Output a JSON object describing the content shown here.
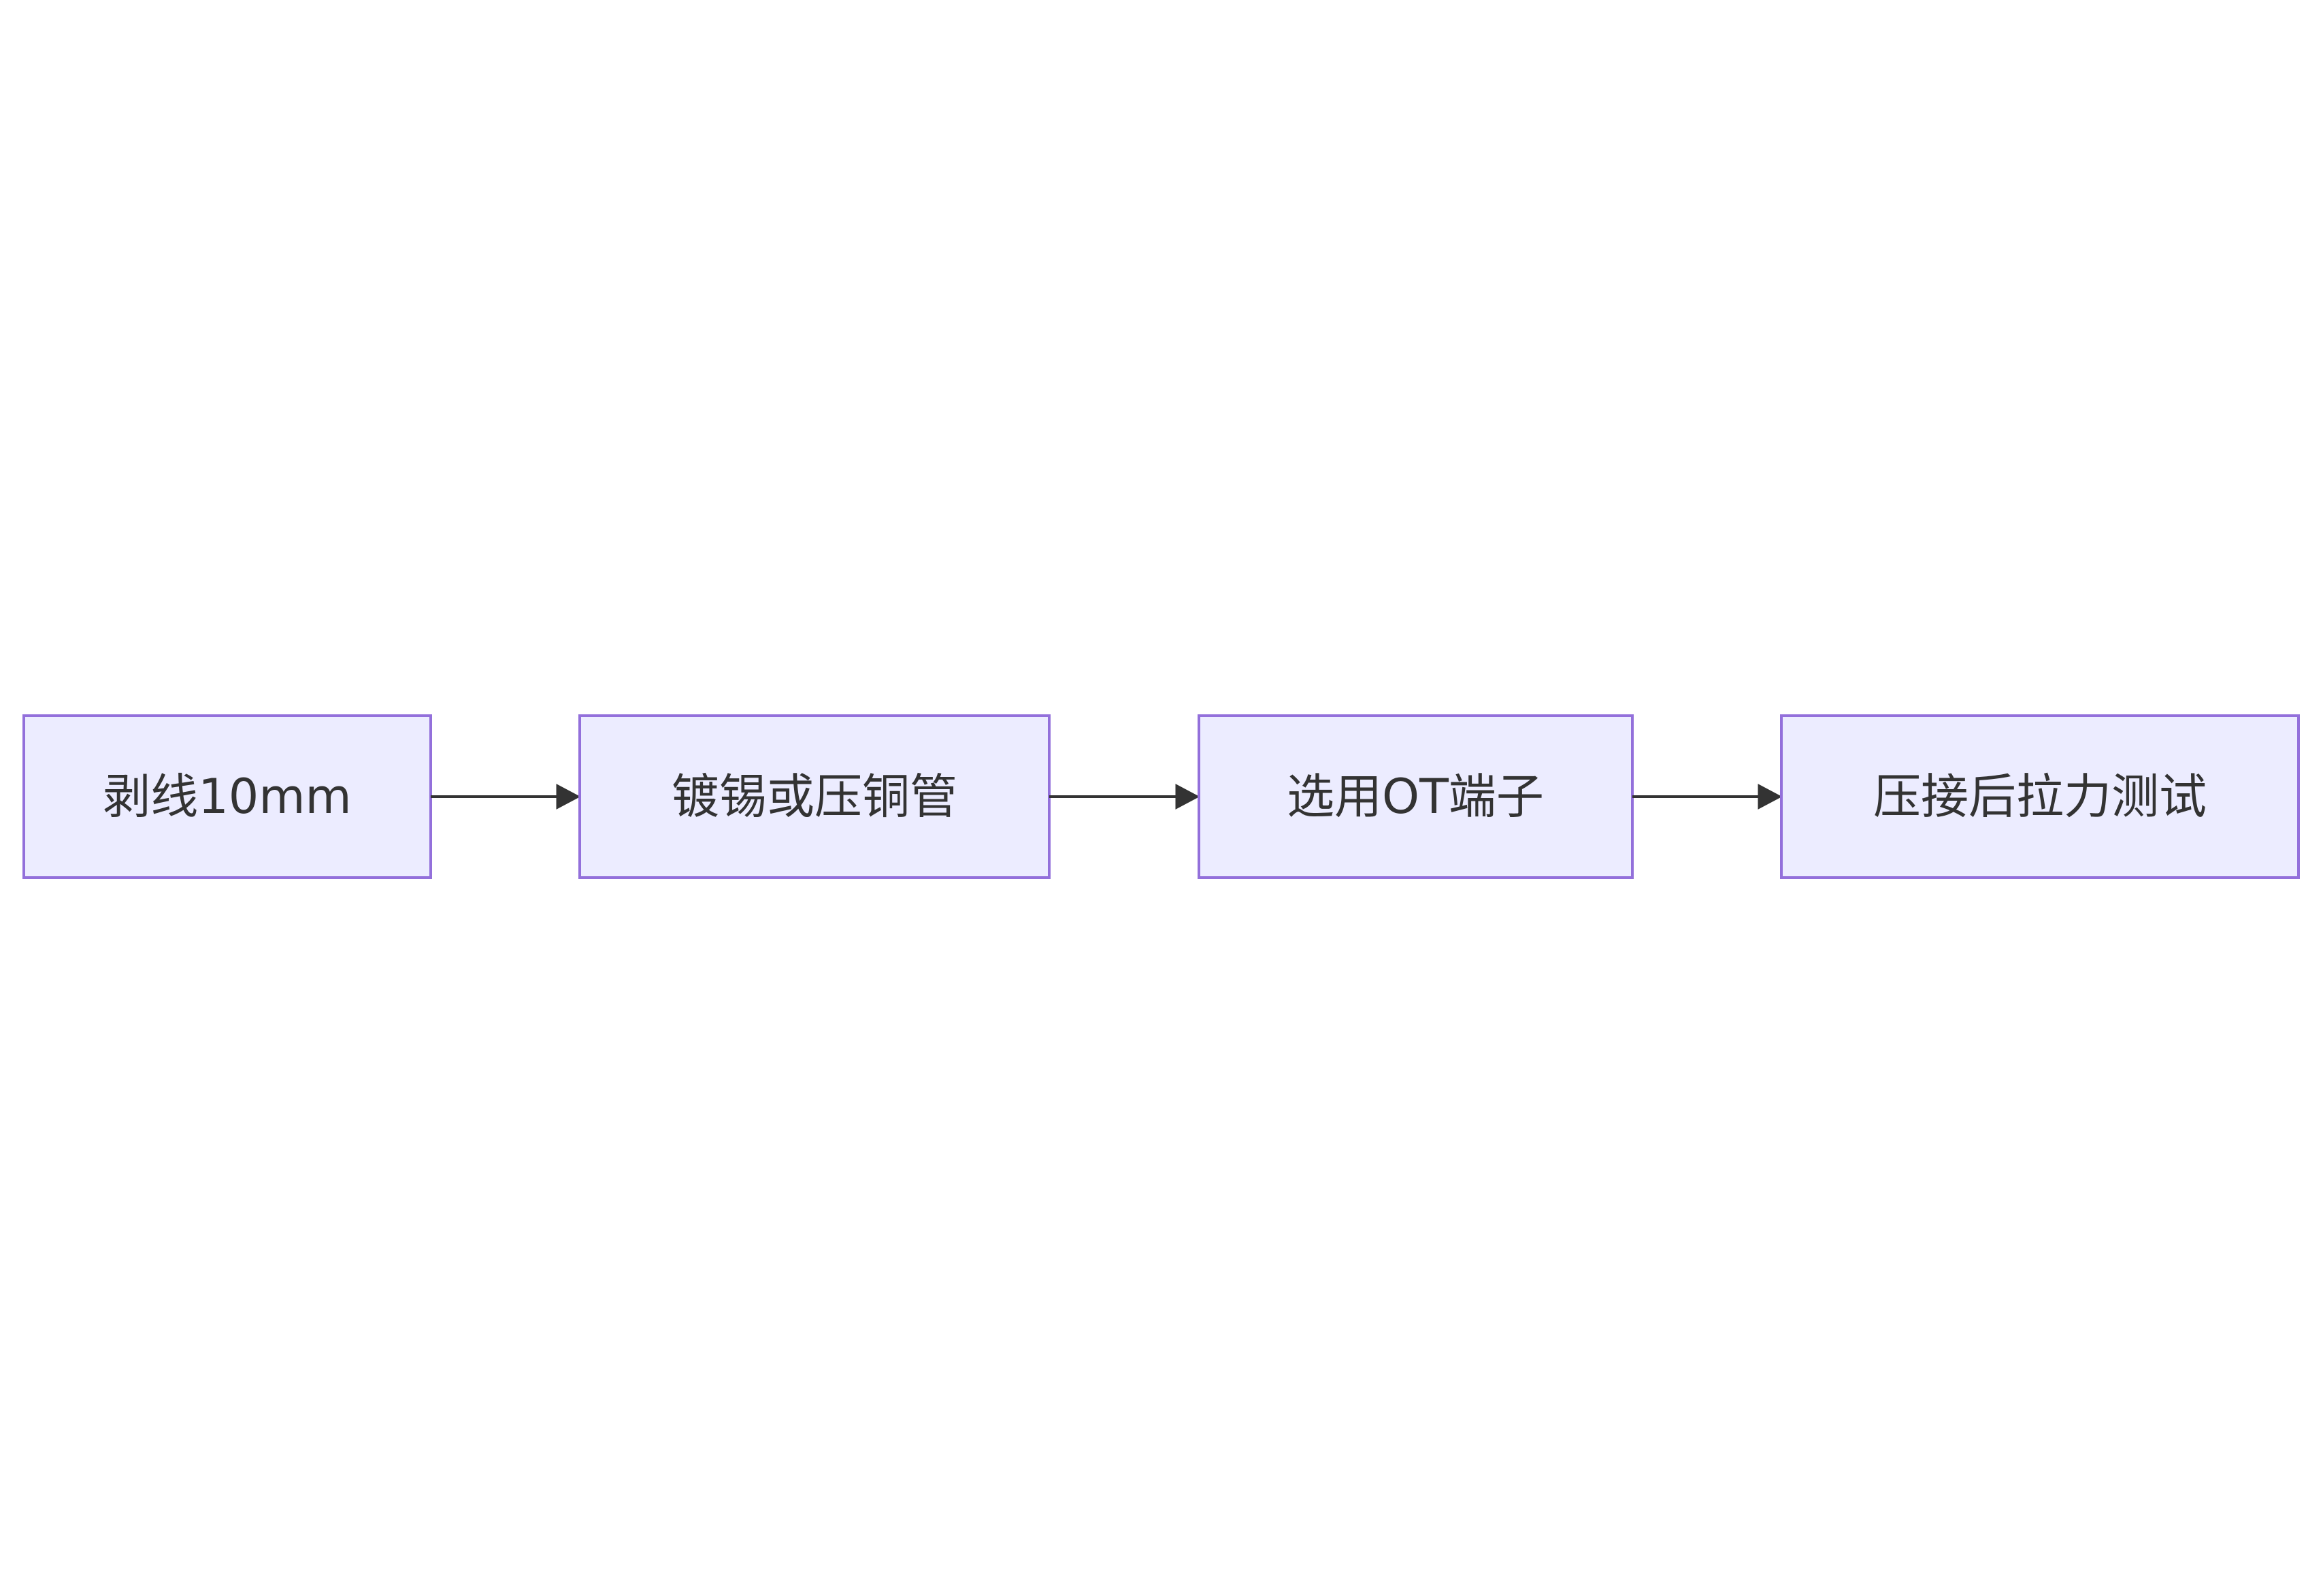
{
  "diagram": {
    "type": "flowchart",
    "direction": "left-to-right",
    "colors": {
      "node_fill": "#ECECFF",
      "node_border": "#9370DB",
      "text": "#333333",
      "edge": "#333333",
      "background": "#FFFFFF"
    },
    "nodes": [
      {
        "id": "step1",
        "label": "剥线10mm"
      },
      {
        "id": "step2",
        "label": "镀锡或压铜管"
      },
      {
        "id": "step3",
        "label": "选用OT端子"
      },
      {
        "id": "step4",
        "label": "压接后拉力测试"
      }
    ],
    "edges": [
      {
        "from": "step1",
        "to": "step2"
      },
      {
        "from": "step2",
        "to": "step3"
      },
      {
        "from": "step3",
        "to": "step4"
      }
    ]
  }
}
